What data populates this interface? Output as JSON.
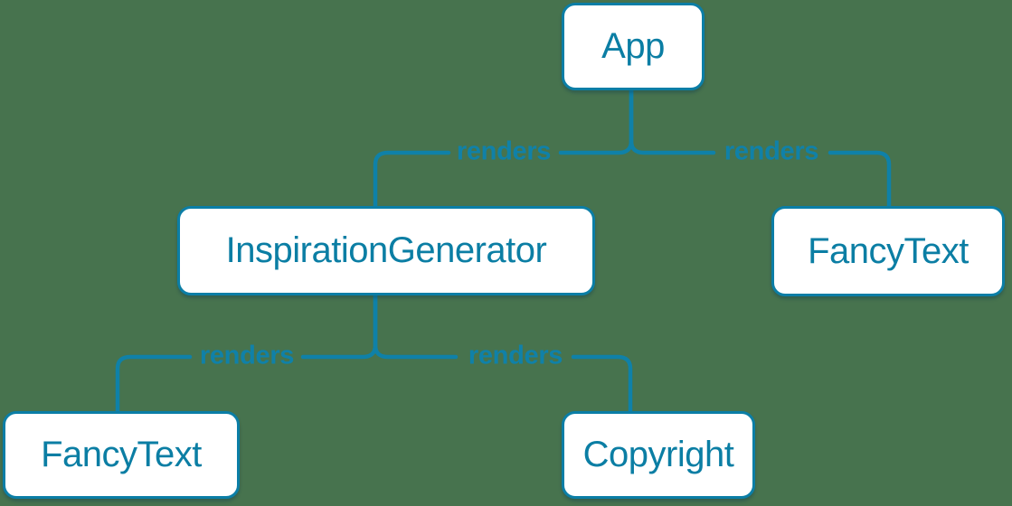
{
  "diagram": {
    "type": "component-render-tree",
    "background_color": "#47734e",
    "accent_color": "#0b7ea4",
    "node_fill_color": "#ffffff",
    "nodes": [
      {
        "id": "app",
        "label": "App"
      },
      {
        "id": "inspiration-generator",
        "label": "InspirationGenerator"
      },
      {
        "id": "fancy-text-right",
        "label": "FancyText"
      },
      {
        "id": "fancy-text-left",
        "label": "FancyText"
      },
      {
        "id": "copyright",
        "label": "Copyright"
      }
    ],
    "edges": [
      {
        "from": "App",
        "to": "InspirationGenerator",
        "label": "renders"
      },
      {
        "from": "App",
        "to": "FancyText",
        "label": "renders"
      },
      {
        "from": "InspirationGenerator",
        "to": "FancyText",
        "label": "renders"
      },
      {
        "from": "InspirationGenerator",
        "to": "Copyright",
        "label": "renders"
      }
    ]
  }
}
